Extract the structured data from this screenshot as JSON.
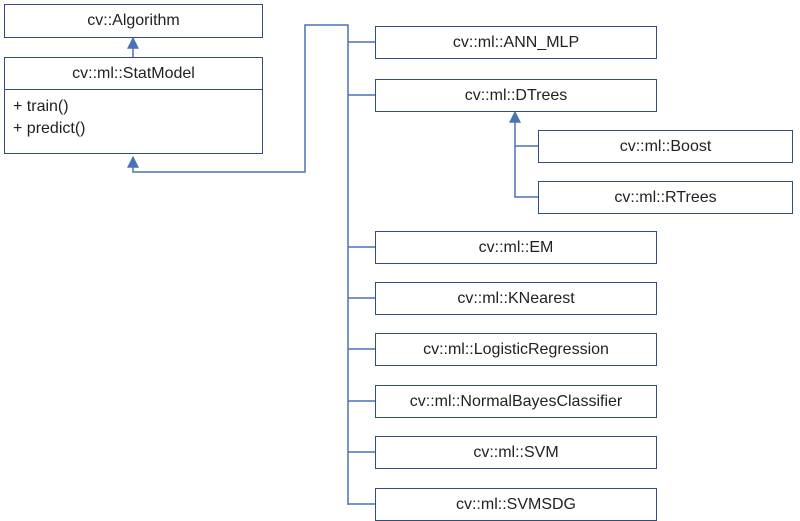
{
  "classes": {
    "algorithm": "cv::Algorithm",
    "statmodel": {
      "name": "cv::ml::StatModel",
      "methods": [
        "+ train()",
        "+ predict()"
      ]
    },
    "ann_mlp": "cv::ml::ANN_MLP",
    "dtrees": "cv::ml::DTrees",
    "boost": "cv::ml::Boost",
    "rtrees": "cv::ml::RTrees",
    "em": "cv::ml::EM",
    "knearest": "cv::ml::KNearest",
    "logistic": "cv::ml::LogisticRegression",
    "normalbayes": "cv::ml::NormalBayesClassifier",
    "svm": "cv::ml::SVM",
    "svmsgd": "cv::ml::SVMSDG"
  },
  "colors": {
    "line": "#4a72b8",
    "box_border": "#2f4e7e"
  }
}
